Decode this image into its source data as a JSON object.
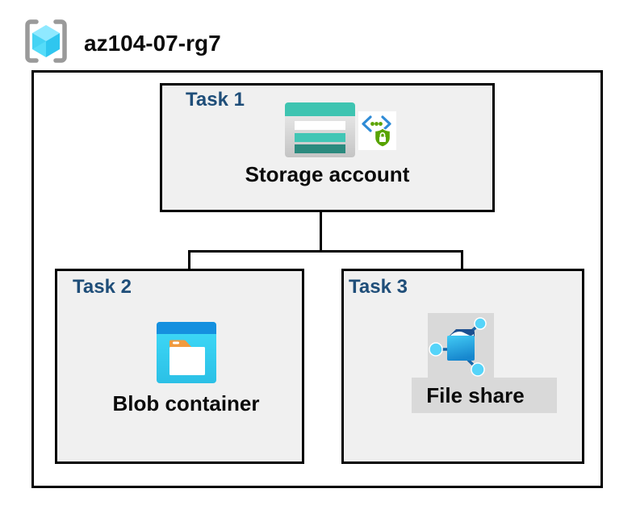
{
  "header": {
    "title": "az104-07-rg7",
    "icon": "resource-group-icon"
  },
  "tasks": [
    {
      "label": "Task 1",
      "item": "Storage account"
    },
    {
      "label": "Task 2",
      "item": "Blob container"
    },
    {
      "label": "Task 3",
      "item": "File share"
    }
  ],
  "icons": {
    "resource_group": "resource-group-icon",
    "storage_account": "storage-account-icon",
    "secure_access": "secure-access-icon",
    "blob_container": "blob-container-icon",
    "file_share": "file-share-icon"
  },
  "colors": {
    "task_label_blue": "#1F4E79",
    "box_fill_gray": "#F0F0F0",
    "border_black": "#000000",
    "storage_teal": "#3EC4B1",
    "storage_teal_dark": "#2B8A7E",
    "blob_title_blue": "#1590DF",
    "blob_body_cyan": "#35D0F2",
    "folder_tab_orange": "#F19A3E",
    "file_share_blue": "#1787CE",
    "node_cyan": "#55D4F9",
    "shield_green": "#57A300",
    "code_bracket_blue": "#2E8BD6",
    "highlight_gray": "#D9D9D9",
    "rg_bracket_gray": "#9A9A9A",
    "rg_cube_cyan": "#50DBF8"
  }
}
